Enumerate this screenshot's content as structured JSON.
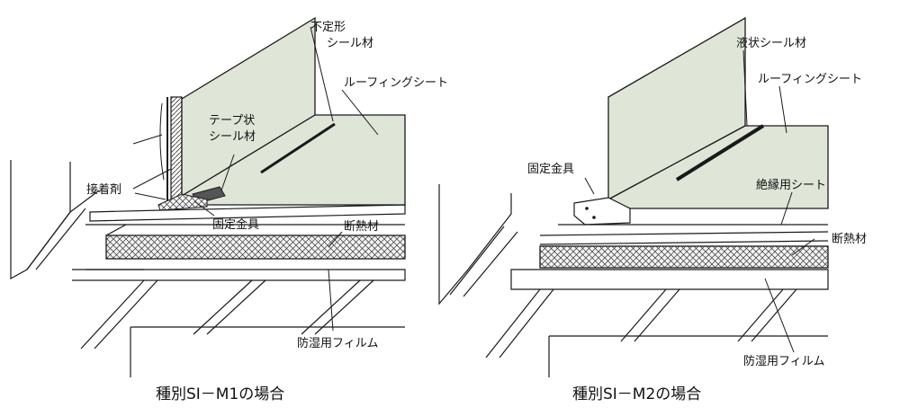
{
  "figures": [
    {
      "caption": "種別SI－M1の場合",
      "labels": {
        "amorphous_sealant_line1": "不定形",
        "amorphous_sealant_line2": "シール材",
        "roofing_sheet": "ルーフィングシート",
        "tape_sealant_line1": "テープ状",
        "tape_sealant_line2": "シール材",
        "adhesive": "接着剤",
        "fixing_bracket": "固定金具",
        "insulation": "断熱材",
        "vapor_barrier_film": "防湿用フィルム"
      }
    },
    {
      "caption": "種別SI－M2の場合",
      "labels": {
        "liquid_sealant": "液状シール材",
        "roofing_sheet": "ルーフィングシート",
        "fixing_bracket": "固定金具",
        "insulating_sheet": "絶縁用シート",
        "insulation": "断熱材",
        "vapor_barrier_film": "防湿用フィルム"
      }
    }
  ],
  "colors": {
    "sheet_fill": "#dfe6d8",
    "line": "#1a1a1a",
    "tape_fill": "#555555"
  }
}
